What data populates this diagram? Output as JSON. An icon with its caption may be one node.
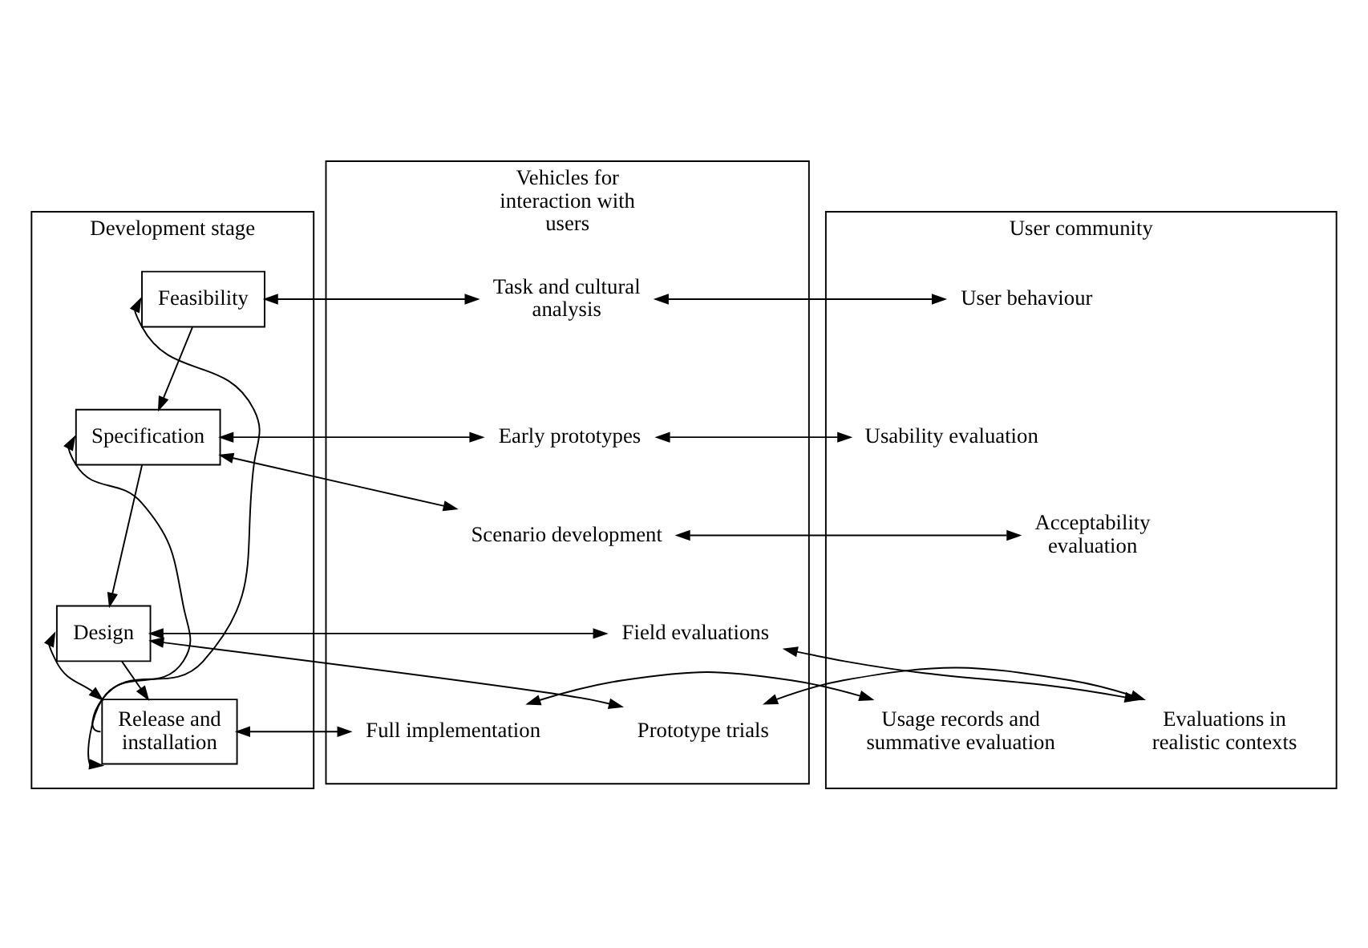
{
  "diagram": {
    "nodes": [
      {
        "text": [
          "Development stage"
        ]
      },
      {
        "text": [
          "Feasibility"
        ],
        "in": 0
      },
      {
        "text": [
          "Specification"
        ],
        "in": 0
      },
      {
        "text": [
          "Design"
        ],
        "in": 0
      },
      {
        "text": [
          "Release and installation"
        ],
        "in": 0
      },
      {
        "text": [
          "Vehicles for interaction with users"
        ]
      },
      {
        "text": [
          "Task and cultural analysis"
        ],
        "in": 5
      },
      {
        "text": [
          "Scenario development"
        ],
        "in": 5
      },
      {
        "text": [
          "Early prototypes"
        ],
        "in": 5
      },
      {
        "text": [
          "Prototype trials"
        ],
        "in": 5
      },
      {
        "text": [
          "Field evaluations"
        ],
        "in": 5
      },
      {
        "text": [
          "Full implementation"
        ],
        "in": 5
      },
      {
        "text": [
          "User community"
        ]
      },
      {
        "text": [
          "User behaviour"
        ],
        "in": 12
      },
      {
        "text": [
          "Acceptability evaluation"
        ],
        "in": 12
      },
      {
        "text": [
          "Usability evaluation"
        ],
        "in": 12
      },
      {
        "text": [
          "Evaluations in realistic contexts"
        ],
        "in": 12
      },
      {
        "text": [
          "Usage records and summative evaluation"
        ],
        "in": 12
      }
    ],
    "edges": [
      {
        "from": 1,
        "to": 2,
        "arrow": "to"
      },
      {
        "from": 2,
        "to": 3,
        "arrow": "to"
      },
      {
        "from": 3,
        "to": 4,
        "arrow": "to"
      },
      {
        "from": 4,
        "to": 1,
        "arrow": "to"
      },
      {
        "from": 4,
        "to": 2,
        "arrow": "both"
      },
      {
        "from": 4,
        "to": 3,
        "arrow": "both"
      },
      {
        "from": 1,
        "to": 6,
        "arrow": "both"
      },
      {
        "from": 2,
        "to": 7,
        "arrow": "both"
      },
      {
        "from": 2,
        "to": 8,
        "arrow": "both"
      },
      {
        "from": 3,
        "to": 9,
        "arrow": "both"
      },
      {
        "from": 3,
        "to": 10,
        "arrow": "both"
      },
      {
        "from": 4,
        "to": 11,
        "arrow": "both"
      },
      {
        "from": 6,
        "to": 13,
        "arrow": "both"
      },
      {
        "from": 7,
        "to": 14,
        "arrow": "both"
      },
      {
        "from": 8,
        "to": 15,
        "arrow": "both"
      },
      {
        "from": 9,
        "to": 16,
        "arrow": "both"
      },
      {
        "from": 10,
        "to": 16,
        "arrow": "both"
      },
      {
        "from": 11,
        "to": 17,
        "arrow": "both"
      }
    ]
  }
}
